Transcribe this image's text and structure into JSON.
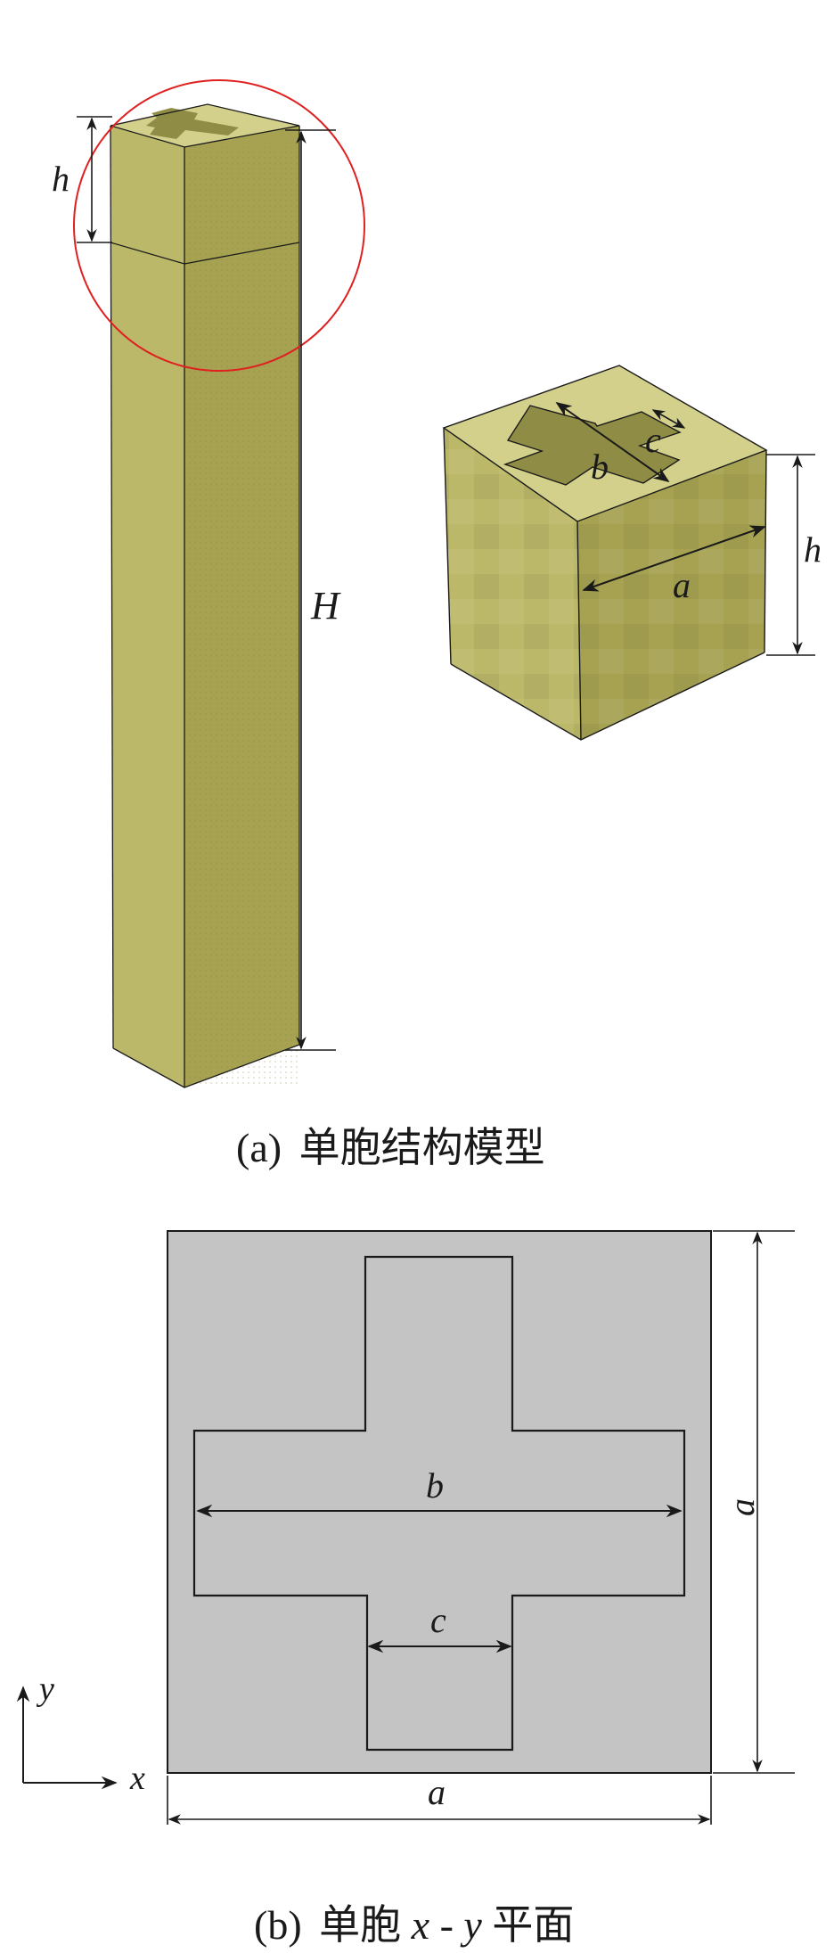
{
  "colors": {
    "solid_top": "#d3d08c",
    "solid_front": "#bcb869",
    "solid_side": "#a6a252",
    "solid_hole": "#8f8c45",
    "highlight_circle": "#e02020",
    "section_fill": "#c4c4c4",
    "line": "#1a1a1a"
  },
  "panel_a": {
    "caption_tag": "(a)",
    "caption_text": "单胞结构模型",
    "label_h_column": "h",
    "label_H": "H",
    "label_b": "b",
    "label_c": "c",
    "label_a": "a",
    "label_h_cube": "h"
  },
  "panel_b": {
    "caption_tag": "(b)",
    "caption_text_1": "单胞",
    "caption_var_x": "x",
    "caption_dash": "-",
    "caption_var_y": "y",
    "caption_text_2": "平面",
    "label_b": "b",
    "label_c": "c",
    "label_a_bottom": "a",
    "label_a_right": "a",
    "axis_x": "x",
    "axis_y": "y"
  },
  "icons": {
    "arrow": "double-headed-arrow-icon",
    "axis": "axis-arrow-icon"
  }
}
